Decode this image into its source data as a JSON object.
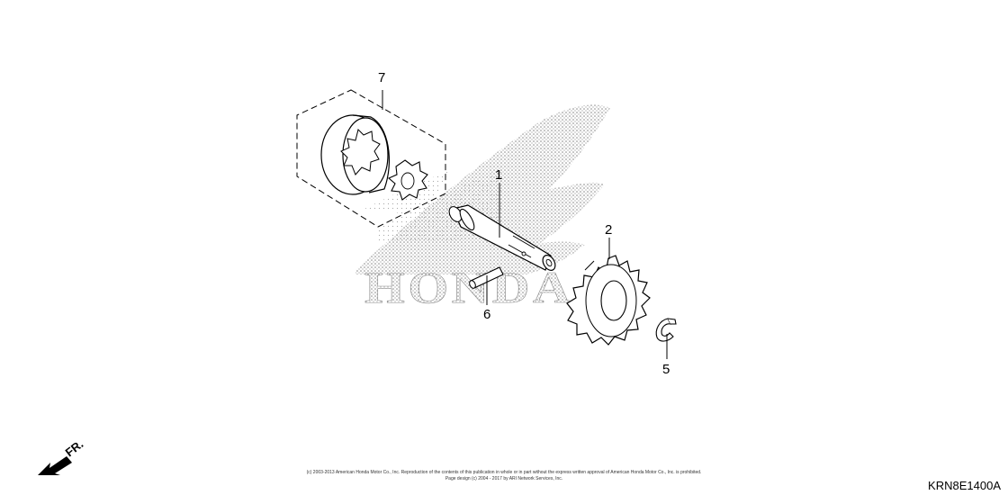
{
  "brand_watermark": {
    "text": "HONDA",
    "icon": "honda-wing-logo"
  },
  "callouts": [
    {
      "id": "callout-7",
      "label": "7"
    },
    {
      "id": "callout-1",
      "label": "1"
    },
    {
      "id": "callout-2",
      "label": "2"
    },
    {
      "id": "callout-6",
      "label": "6"
    },
    {
      "id": "callout-5",
      "label": "5"
    }
  ],
  "parts": [
    {
      "ref": "7",
      "icon": "oil-pump-rotor-set-icon"
    },
    {
      "ref": "1",
      "icon": "pump-shaft-icon"
    },
    {
      "ref": "2",
      "icon": "driven-gear-icon"
    },
    {
      "ref": "6",
      "icon": "pin-icon"
    },
    {
      "ref": "5",
      "icon": "snap-ring-icon"
    }
  ],
  "direction": {
    "label": "FR.",
    "icon": "front-arrow-icon"
  },
  "copyright": {
    "line1": "(c) 2003-2013 American Honda Motor Co., Inc. Reproduction of the contents of this publication in whole or in part without the express written approval of American Honda Motor Co., Inc. is prohibited.",
    "line2": "Page design (c) 2004 - 2017 by ARI Network Services, Inc."
  },
  "diagram_code": "KRN8E1400A",
  "colors": {
    "ink": "#000000",
    "watermark": "#8a8a8a"
  }
}
